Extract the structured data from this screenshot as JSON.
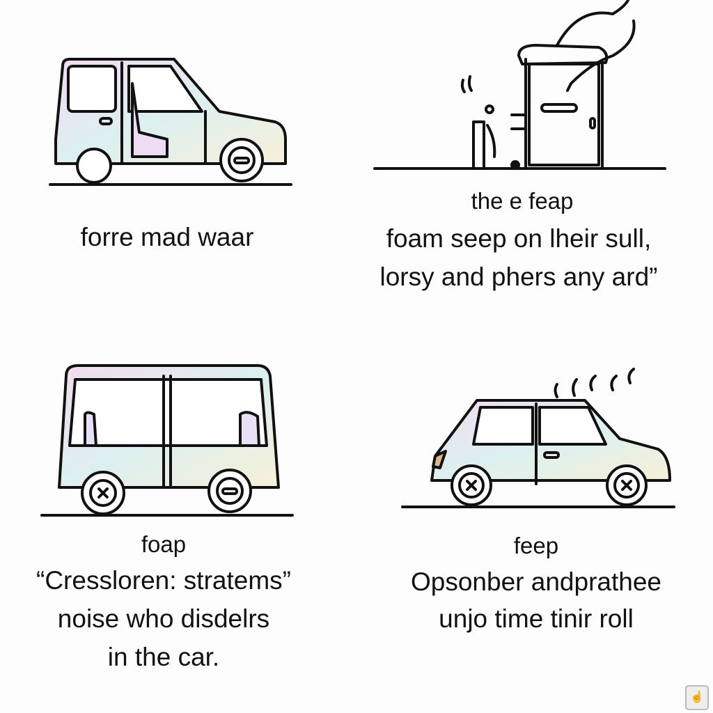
{
  "panels": [
    {
      "name": "van",
      "lines": [
        "forre mad waar"
      ]
    },
    {
      "name": "booth",
      "lines": [
        "the e feap",
        "foam seep on lheir sull,",
        "lorsy and phers any ard”"
      ]
    },
    {
      "name": "bus",
      "lines": [
        "foap",
        "“Cressloren: stratems”",
        "noise who disdelrs",
        "in the car."
      ]
    },
    {
      "name": "car",
      "lines": [
        "feep",
        "Opsonber andprathee",
        "unjo time tinir roll"
      ]
    }
  ],
  "corner_icon": "hand-pointer-icon",
  "colors": {
    "line": "#111111",
    "tint_pink": "#f3dcef",
    "tint_blue": "#dcf0f0",
    "tint_yellow": "#f7f0d8"
  }
}
